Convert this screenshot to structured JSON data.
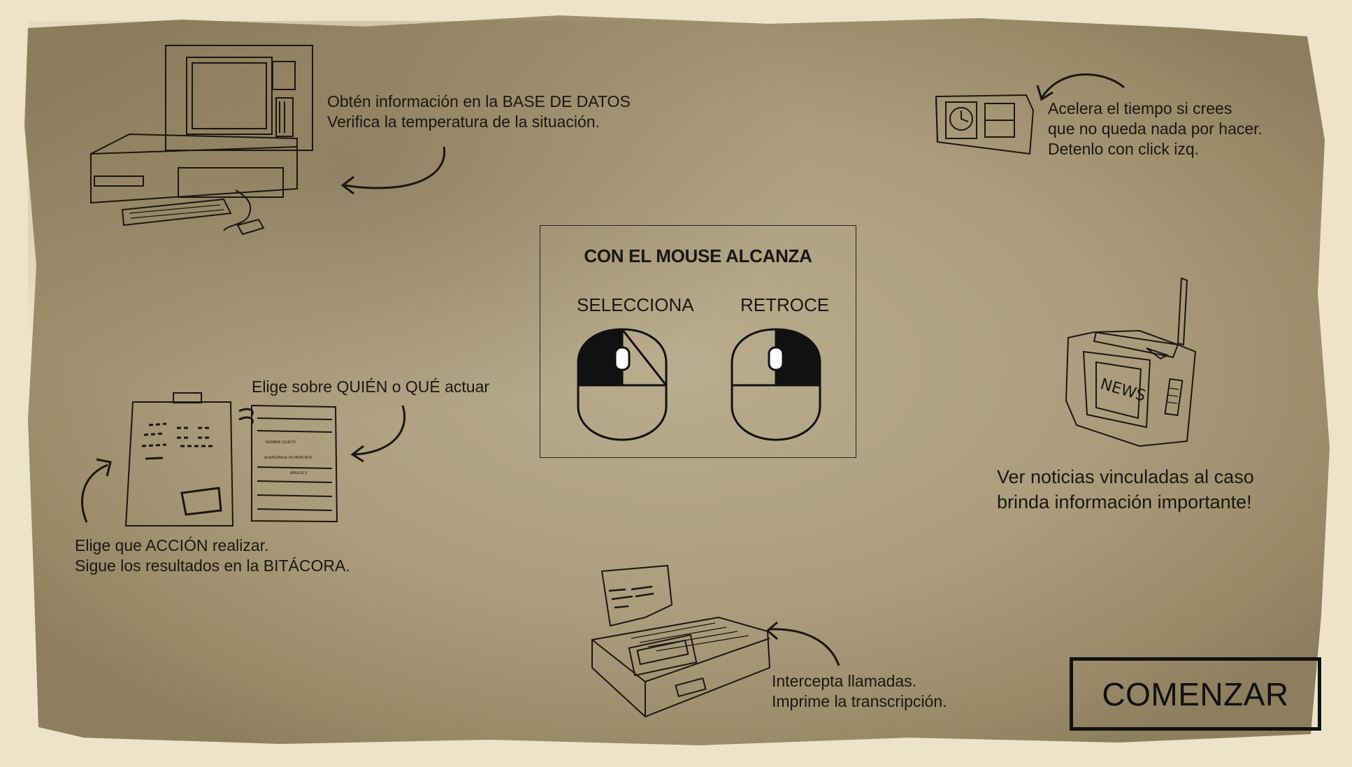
{
  "database": {
    "line1": "Obtén información en la BASE DE DATOS",
    "line2": "Verifica la temperatura de la situación."
  },
  "clock": {
    "line1": "Acelera el tiempo si crees",
    "line2": "que no queda nada por hacer.",
    "line3": "Detenlo con click izq."
  },
  "mouse": {
    "title": "CON EL MOUSE ALCANZA",
    "select_label": "SELECCIONA",
    "back_label": "RETROCE"
  },
  "target": {
    "line1": "Elige sobre QUIÉN o  QUÉ actuar"
  },
  "action": {
    "line1": "Elige que ACCIÓN realizar.",
    "line2": "Sigue los resultados en la BITÁCORA."
  },
  "news": {
    "line1": "Ver noticias vinculadas al caso",
    "line2": "brinda información importante!",
    "screen_text": "NEWS"
  },
  "phone": {
    "line1": "Intercepta llamadas.",
    "line2": "Imprime la transcripción."
  },
  "logbook": {
    "line1": "NOMBRE SUJETO",
    "line2": "ALMACENAJE DE MERCADO",
    "line3": "ÁREA 51,5"
  },
  "start_button": {
    "label": "COMENZAR"
  },
  "colors": {
    "paper": "#ece2c6",
    "stain": "#9c8d6c",
    "ink": "#1a1712"
  }
}
